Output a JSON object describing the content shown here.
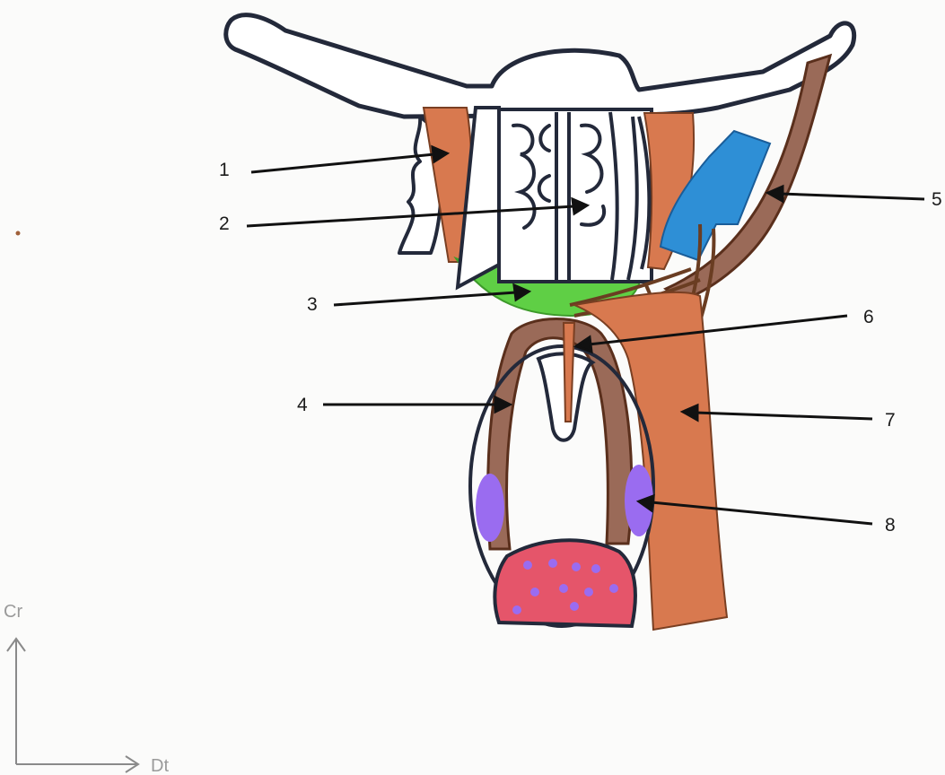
{
  "labels": [
    "1",
    "2",
    "3",
    "4",
    "5",
    "6",
    "7",
    "8"
  ],
  "axes": {
    "vertical": "Cr",
    "horizontal": "Dt"
  },
  "colors": {
    "outline": "#23293a",
    "muscle_orange": "#d8794f",
    "muscle_brown": "#9a6a58",
    "brown_edge": "#6a3d22",
    "green": "#5fcf45",
    "blue": "#2e8fd6",
    "purple": "#9a6cf0",
    "pink": "#e5556a"
  }
}
